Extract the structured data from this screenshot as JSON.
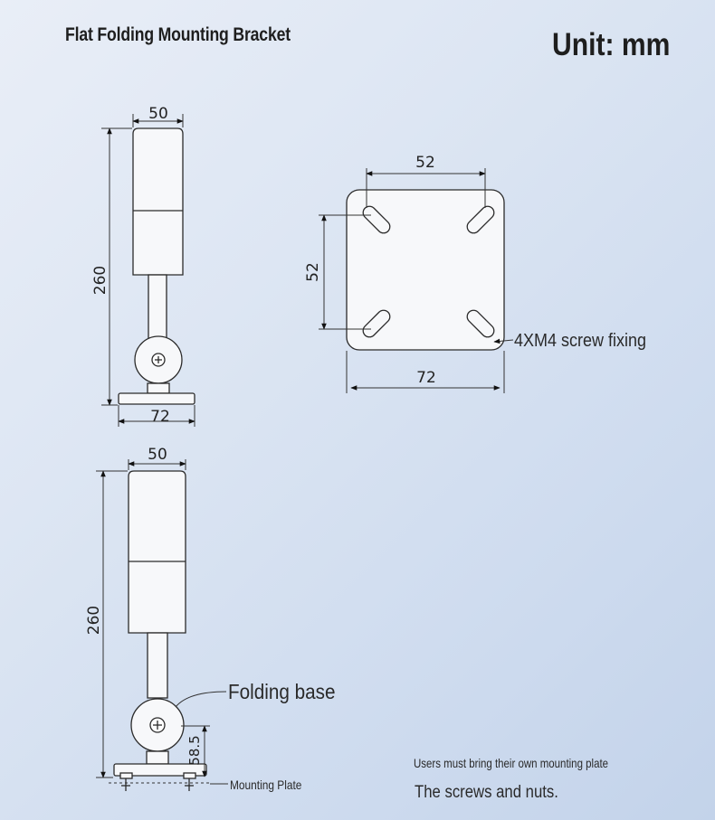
{
  "title": "Flat Folding Mounting Bracket",
  "unit": "Unit: mm",
  "upper_view": {
    "width_top": "50",
    "height": "260",
    "base_width": "72"
  },
  "plate_view": {
    "hole_spacing_h": "52",
    "hole_spacing_v": "52",
    "plate_width": "72",
    "screw_label": "4XM4 screw fixing"
  },
  "lower_view": {
    "width_top": "50",
    "height": "260",
    "base_height": "58.5",
    "folding_label": "Folding base",
    "plate_label": "Mounting Plate"
  },
  "notes": {
    "line1": "Users must bring their own mounting plate",
    "line2": "The screws and nuts."
  }
}
